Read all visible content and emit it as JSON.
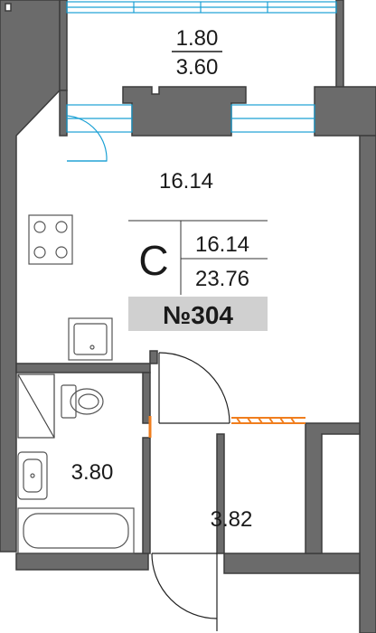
{
  "balcony": {
    "area_top": "1.80",
    "area_bottom": "3.60"
  },
  "rooms": {
    "living_area": "16.14",
    "bathroom_area": "3.80",
    "hall_area": "3.82"
  },
  "summary": {
    "type_letter": "С",
    "living_area": "16.14",
    "total_area": "23.76",
    "apartment_number": "№304"
  },
  "colors": {
    "wall": "#6b6b6b",
    "wall_dark": "#4a4a4a",
    "glazing": "#1aa0d4",
    "fixture_line": "#555555",
    "entry_hatch": "#f07e1e",
    "badge_bg": "#d0d0d0"
  }
}
